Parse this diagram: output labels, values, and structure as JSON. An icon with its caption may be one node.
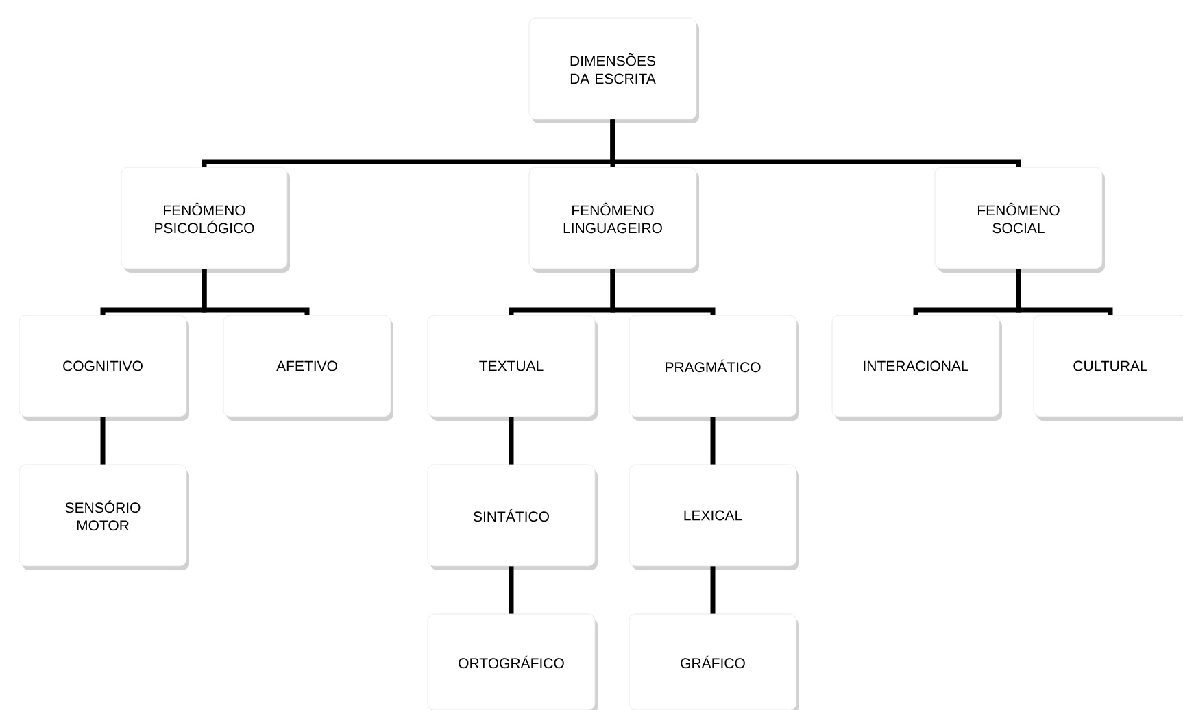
{
  "diagram": {
    "nodes": [
      {
        "text": [
          "DIMENSÕES DA ESCRITA"
        ]
      },
      {
        "text": [
          "FENÔMENO PSICOLÓGICO"
        ]
      },
      {
        "text": [
          "FENÔMENO LINGUAGEIRO"
        ]
      },
      {
        "text": [
          "FENÔMENO SOCIAL"
        ]
      },
      {
        "text": [
          "COGNITIVO"
        ]
      },
      {
        "text": [
          "AFETIVO"
        ]
      },
      {
        "text": [
          "TEXTUAL"
        ]
      },
      {
        "text": [
          "PRAGMÁTICO"
        ]
      },
      {
        "text": [
          "INTERACIONAL"
        ]
      },
      {
        "text": [
          "CULTURAL"
        ]
      },
      {
        "text": [
          "SENSÓRIO MOTOR"
        ]
      },
      {
        "text": [
          "SINTÁTICO"
        ]
      },
      {
        "text": [
          "LEXICAL"
        ]
      },
      {
        "text": [
          "ORTOGRÁFICO"
        ]
      },
      {
        "text": [
          "GRÁFICO"
        ]
      }
    ],
    "edges": [
      {
        "from": 0,
        "to": 1,
        "arrow": "none"
      },
      {
        "from": 0,
        "to": 2,
        "arrow": "none"
      },
      {
        "from": 0,
        "to": 3,
        "arrow": "none"
      },
      {
        "from": 1,
        "to": 4,
        "arrow": "none"
      },
      {
        "from": 1,
        "to": 5,
        "arrow": "none"
      },
      {
        "from": 2,
        "to": 6,
        "arrow": "none"
      },
      {
        "from": 2,
        "to": 7,
        "arrow": "none"
      },
      {
        "from": 3,
        "to": 8,
        "arrow": "none"
      },
      {
        "from": 3,
        "to": 9,
        "arrow": "none"
      },
      {
        "from": 4,
        "to": 10,
        "arrow": "none"
      },
      {
        "from": 6,
        "to": 11,
        "arrow": "none"
      },
      {
        "from": 7,
        "to": 12,
        "arrow": "none"
      },
      {
        "from": 11,
        "to": 13,
        "arrow": "none"
      },
      {
        "from": 12,
        "to": 14,
        "arrow": "none"
      }
    ]
  }
}
